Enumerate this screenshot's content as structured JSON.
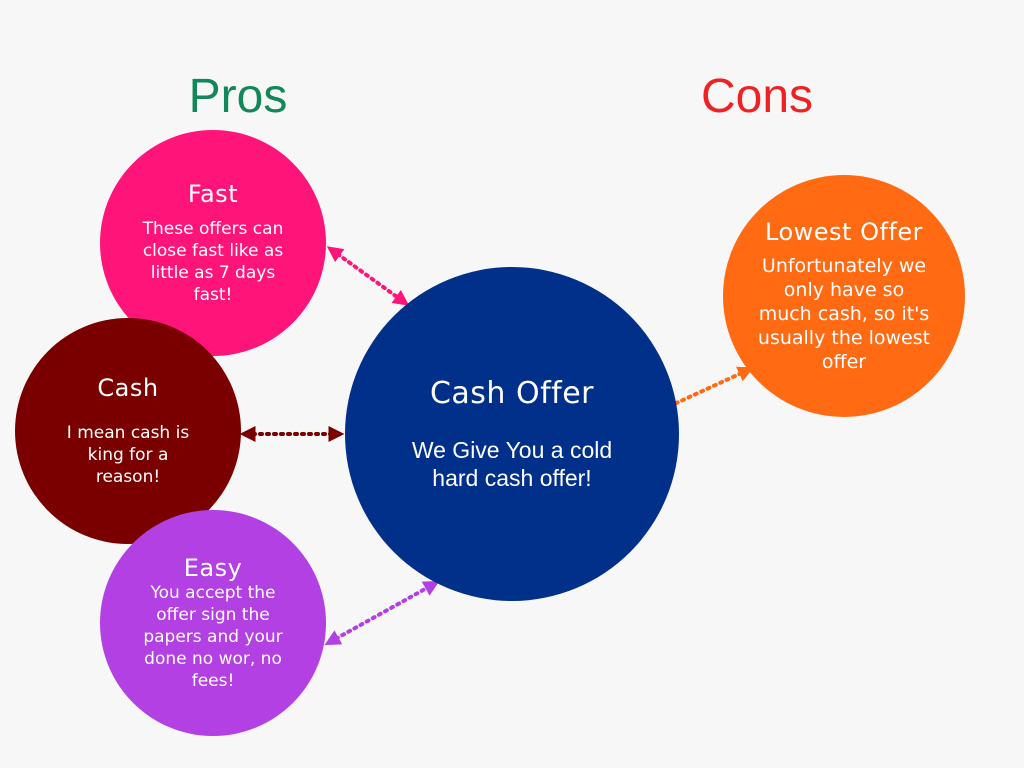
{
  "headings": {
    "pros": "Pros",
    "cons": "Cons"
  },
  "nodes": {
    "fast": {
      "title": "Fast",
      "desc": "These offers can close fast like as little as 7 days fast!"
    },
    "cash": {
      "title": "Cash",
      "desc": "I mean cash is king for a reason!"
    },
    "easy": {
      "title": "Easy",
      "desc": "You accept the offer sign the papers and your done no wor, no fees!"
    },
    "cash_offer": {
      "title": "Cash Offer",
      "desc": "We Give You a cold hard cash offer!"
    },
    "lowest_offer": {
      "title": "Lowest Offer",
      "desc": "Unfortunately we only have so much cash, so it's usually the lowest offer"
    }
  },
  "colors": {
    "pros_heading": "#12875a",
    "cons_heading": "#ee2222",
    "fast": "#ff1479",
    "cash": "#7a0000",
    "easy": "#b240e2",
    "cash_offer": "#003089",
    "lowest_offer": "#ff6a13"
  }
}
